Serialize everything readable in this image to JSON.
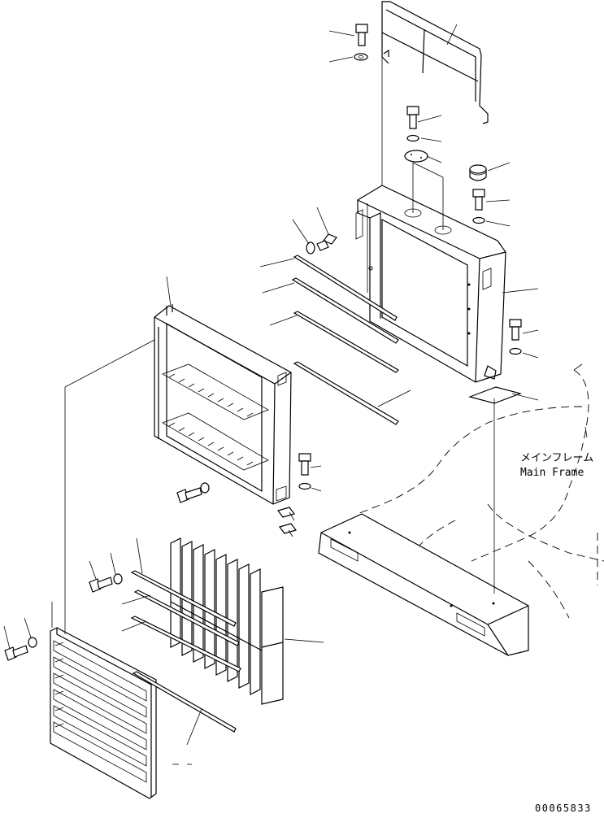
{
  "frame_label": {
    "japanese": "メインフレーム",
    "english": "Main Frame"
  },
  "drawing_number": "00065833"
}
